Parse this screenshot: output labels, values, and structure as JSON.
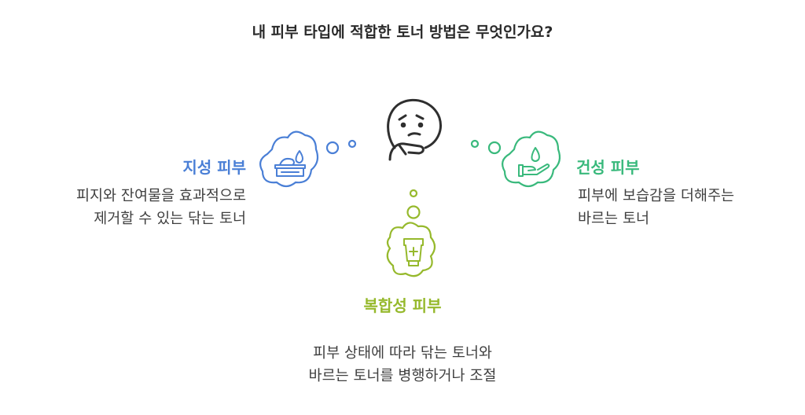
{
  "title": "내 피부 타입에 적합한 토너 방법은 무엇인가요?",
  "branches": {
    "oily": {
      "heading": "지성 피부",
      "desc": [
        "피지와 잔여물을 효과적으로",
        "제거할 수 있는 닦는 토너"
      ],
      "color": "#4a7fd6",
      "icon": "cream-jar-drop-icon"
    },
    "dry": {
      "heading": "건성 피부",
      "desc": [
        "피부에 보습감을 더해주는",
        "바르는 토너"
      ],
      "color": "#39b97c",
      "icon": "hand-drop-icon"
    },
    "combination": {
      "heading": "복합성 피부",
      "desc": [
        "피부 상태에 따라 닦는 토너와",
        "바르는 토너를 병행하거나 조절"
      ],
      "color": "#96b92c",
      "icon": "cream-tube-icon"
    }
  },
  "center_icon": "thinking-face-icon"
}
